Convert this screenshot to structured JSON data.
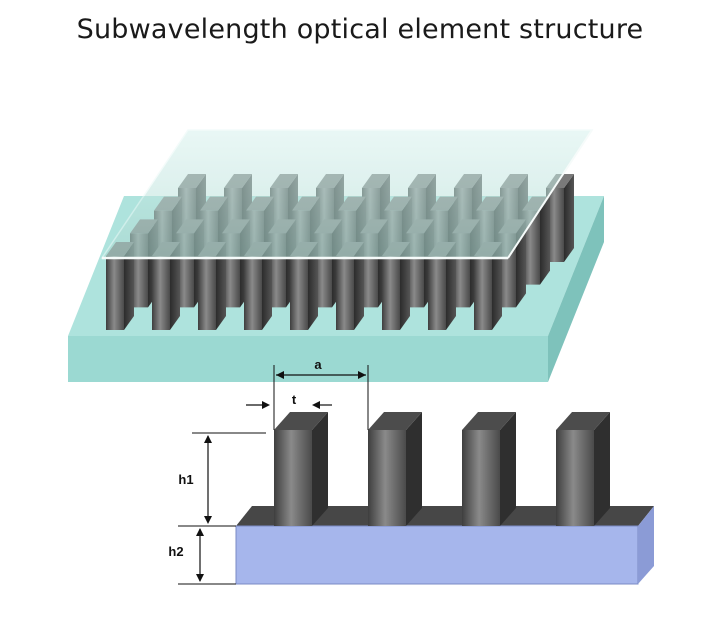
{
  "title": "Subwavelength optical element structure",
  "labels": {
    "period": "a",
    "width": "t",
    "pillar_height": "h1",
    "substrate_height": "h2"
  },
  "colors": {
    "substrate_top": "#a8ded8",
    "substrate_front": "#8fd0ca",
    "substrate_side": "#72b8b2",
    "glass_top": "#c8ece6",
    "pillar_front": "#6e6e6e",
    "cross_substrate_front": "#a3b4ea",
    "cross_substrate_top": "#4a4a4a"
  }
}
